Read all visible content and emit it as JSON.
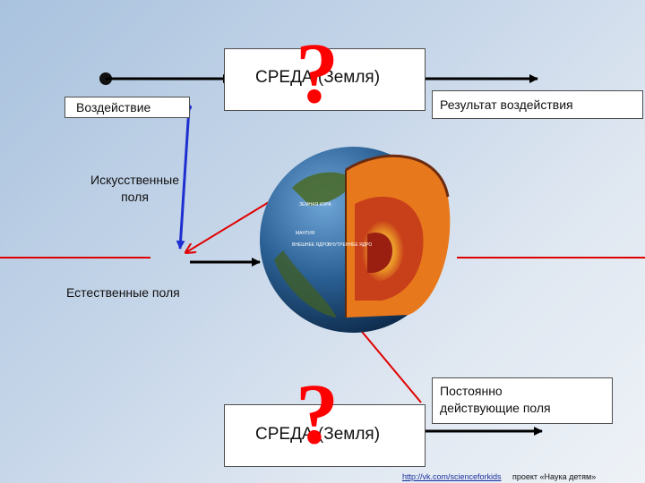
{
  "diagram": {
    "top_env_label": "СРЕДА (Земля)",
    "bottom_env_label": "СРЕДА (Земля)",
    "question_mark": "?",
    "impact_label": "Воздействие",
    "result_label": "Результат воздействия",
    "artificial_fields_label": "Искусственные\nполя",
    "natural_fields_label": "Естественные поля",
    "permanent_fields_label": "Постоянно\nдействующие поля",
    "source_link": "http://vk.com/scienceforkids",
    "credit": "проект «Наука детям»"
  },
  "globe": {
    "layers": [
      "ЗЕМНАЯ КОРА",
      "МАНТИЯ",
      "ВНЕШНЕЕ ЯДРО",
      "ВНУТРЕННЕЕ ЯДРО"
    ],
    "colors": {
      "ocean": "#2a5f93",
      "land": "#4a6b2e",
      "mantle": "#e8781c",
      "outer_core": "#c8401a",
      "inner_core": "#f1c232"
    }
  },
  "colors": {
    "red_line": "#e00000",
    "blue_line": "#1e2fd0",
    "black_line": "#000000"
  }
}
